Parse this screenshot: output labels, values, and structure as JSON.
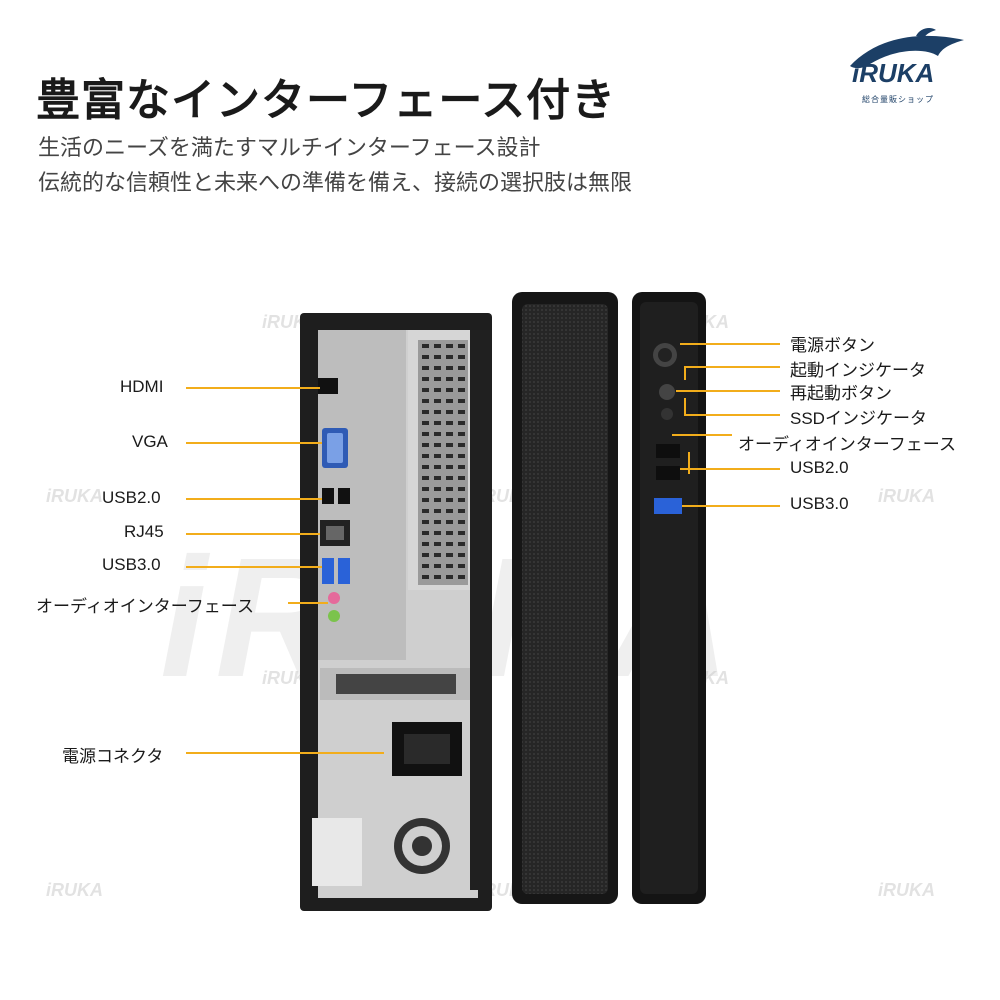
{
  "header": {
    "title": "豊富なインターフェース付き",
    "subtitle_line1": "生活のニーズを満たすマルチインターフェース設計",
    "subtitle_line2": "伝統的な信頼性と未来への準備を備え、接続の選択肢は無限"
  },
  "logo": {
    "name": "iRUKA",
    "tagline": "総合量販ショップ"
  },
  "watermark": "iRUKA",
  "rear_labels": {
    "hdmi": "HDMI",
    "vga": "VGA",
    "usb20": "USB2.0",
    "rj45": "RJ45",
    "usb30": "USB3.0",
    "audio": "オーディオインターフェース",
    "power": "電源コネクタ"
  },
  "front_labels": {
    "power_button": "電源ボタン",
    "start_indicator": "起動インジケータ",
    "restart_button": "再起動ボタン",
    "ssd_indicator": "SSDインジケータ",
    "audio": "オーディオインターフェース",
    "usb20": "USB2.0",
    "usb30": "USB3.0"
  },
  "colors": {
    "accent": "#f2ad1b",
    "case": "#1b1b1b",
    "panel": "#c8c8c8"
  }
}
